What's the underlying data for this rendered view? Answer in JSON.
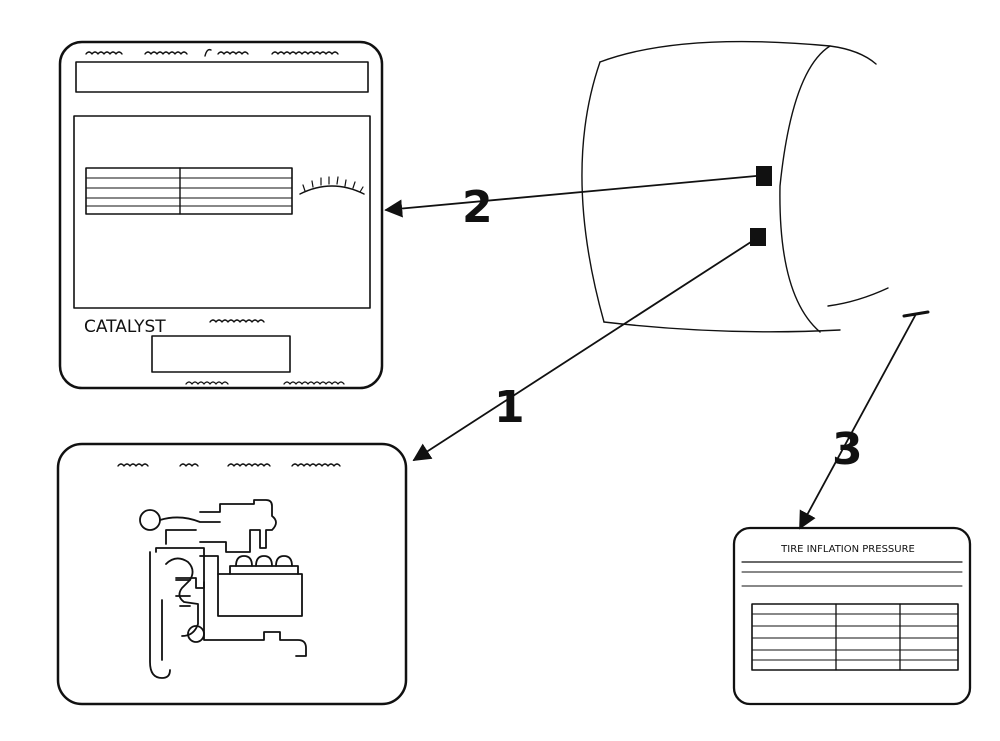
{
  "callouts": [
    {
      "number": "1"
    },
    {
      "number": "2"
    },
    {
      "number": "3"
    }
  ],
  "label_catalyst": {
    "text": "CATALYST"
  },
  "label_tire_inflation": {
    "text": "TIRE INFLATION PRESSURE"
  },
  "colors": {
    "ink": "#111111",
    "paper": "#ffffff"
  }
}
